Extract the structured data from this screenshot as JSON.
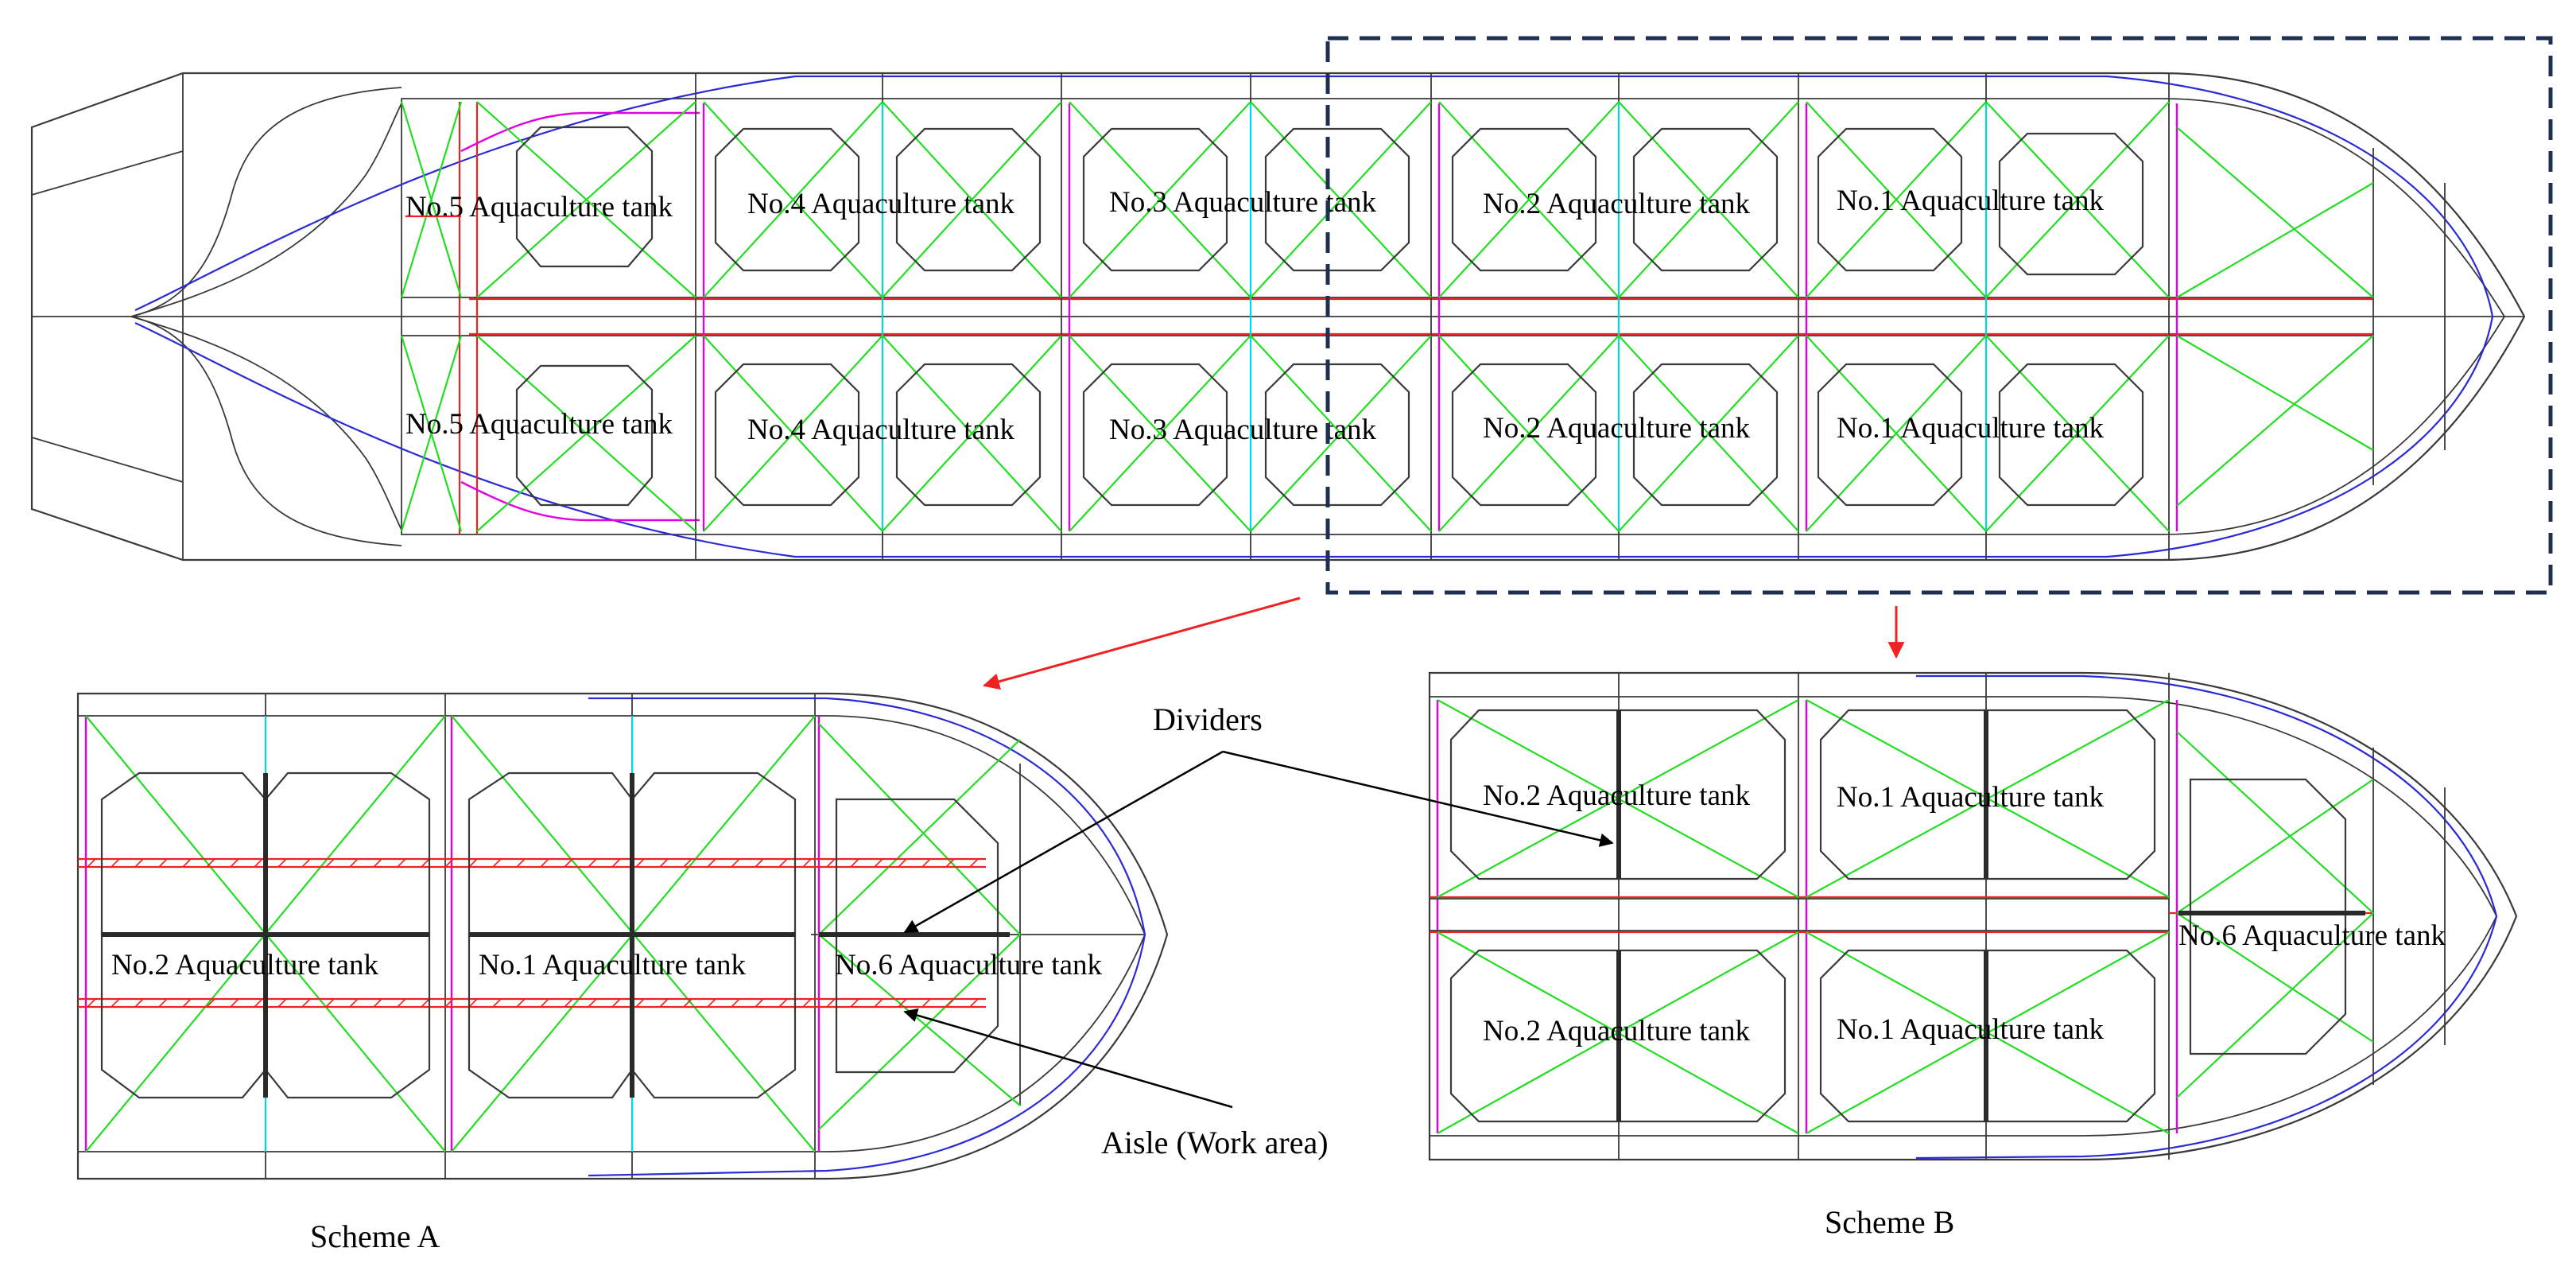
{
  "labels": {
    "no5": "No.5 Aquaculture tank",
    "no4": "No.4 Aquaculture tank",
    "no3": "No.3 Aquaculture tank",
    "no2": "No.2 Aquaculture tank",
    "no1": "No.1 Aquaculture tank",
    "no6": "No.6 Aquaculture tank",
    "dividers": "Dividers",
    "aisle": "Aisle (Work area)",
    "scheme_a": "Scheme A",
    "scheme_b": "Scheme B"
  },
  "colors": {
    "hull_outline": "#3a3a3a",
    "waterline_curve": "#2b2bd6",
    "bracing": "#22dd22",
    "aisle_rails": "#ee2222",
    "bulkhead_magenta": "#e000e0",
    "bulkhead_cyan": "#00d8e0",
    "selection_frame": "#1e2f4f",
    "zoom_arrows": "#ee2222"
  }
}
